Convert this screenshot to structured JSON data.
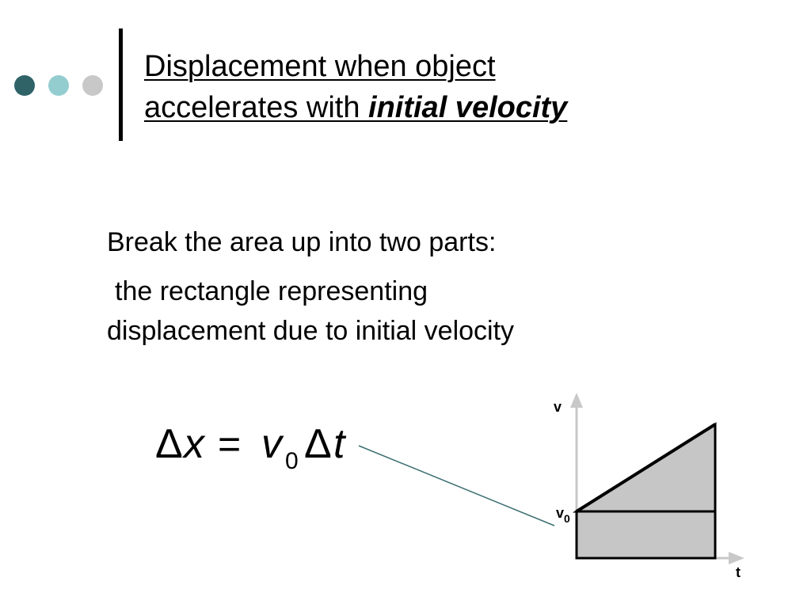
{
  "slide": {
    "title_line1": "Displacement when object",
    "title_line2_prefix": "accelerates with ",
    "title_line2_emphasis": "initial velocity",
    "body_line1": "Break the area up into two parts:",
    "body_line2": "the rectangle representing",
    "body_line3": "displacement due to initial velocity"
  },
  "equation": {
    "delta": "Δ",
    "x": "x",
    "equals": "=",
    "v": "v",
    "sub0": "0",
    "t": "t"
  },
  "graph": {
    "y_axis_label": "v",
    "x_axis_label": "t",
    "v0_label": "v",
    "v0_sub": "0"
  },
  "colors": {
    "dot1": "#2f6368",
    "dot2": "#93cdd0",
    "dot3": "#c8c8c8",
    "fill": "#c6c6c6",
    "connector": "#3d6f72"
  }
}
